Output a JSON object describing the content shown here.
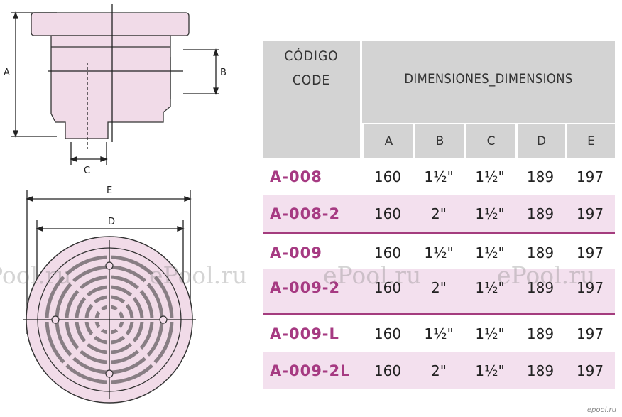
{
  "drawing": {
    "labels": {
      "a": "A",
      "b": "B",
      "c": "C",
      "d": "D",
      "e": "E"
    }
  },
  "table": {
    "code_label_es": "CÓDIGO",
    "code_label_en": "CODE",
    "dimensions_title": "DIMENSIONES_DIMENSIONS",
    "columns": [
      "A",
      "B",
      "C",
      "D",
      "E"
    ],
    "rows": [
      {
        "code": "A-008",
        "a": "160",
        "b": "1½\"",
        "c": "1½\"",
        "d": "189",
        "e": "197"
      },
      {
        "code": "A-008-2",
        "a": "160",
        "b": "2\"",
        "c": "1½\"",
        "d": "189",
        "e": "197"
      },
      {
        "code": "A-009",
        "a": "160",
        "b": "1½\"",
        "c": "1½\"",
        "d": "189",
        "e": "197"
      },
      {
        "code": "A-009-2",
        "a": "160",
        "b": "2\"",
        "c": "1½\"",
        "d": "189",
        "e": "197"
      },
      {
        "code": "A-009-L",
        "a": "160",
        "b": "1½\"",
        "c": "1½\"",
        "d": "189",
        "e": "197"
      },
      {
        "code": "A-009-2L",
        "a": "160",
        "b": "2\"",
        "c": "1½\"",
        "d": "189",
        "e": "197"
      }
    ]
  },
  "colors": {
    "accent": "#a63a82",
    "row_tint": "#f3e0ee",
    "header_grey": "#d3d3d3",
    "part_fill": "#f1dbe8"
  },
  "watermark": [
    "Pool.ru",
    "ePool.ru",
    "ePool.ru",
    "ePool.ru"
  ],
  "corner_mark": "epool.ru"
}
